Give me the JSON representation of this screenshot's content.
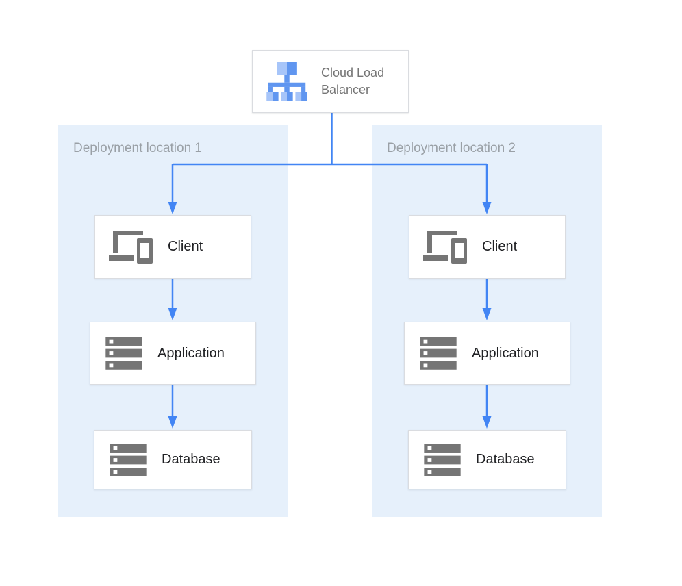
{
  "colors": {
    "accent_blue": "#4285F4",
    "panel_bg": "#E6F0FB",
    "box_border": "#DADCE0",
    "icon_gray": "#757575",
    "label_gray": "#9AA0A6",
    "title_gray": "#757575",
    "text_dark": "#202124",
    "icon_blue_light": "#A7C5F9",
    "icon_blue_medium": "#6096F0"
  },
  "load_balancer": {
    "label": "Cloud Load Balancer",
    "icon": "load-balancer-icon"
  },
  "regions": [
    {
      "label": "Deployment location 1",
      "nodes": [
        {
          "label": "Client",
          "icon": "client-devices-icon"
        },
        {
          "label": "Application",
          "icon": "server-stack-icon"
        },
        {
          "label": "Database",
          "icon": "server-stack-icon"
        }
      ]
    },
    {
      "label": "Deployment location 2",
      "nodes": [
        {
          "label": "Client",
          "icon": "client-devices-icon"
        },
        {
          "label": "Application",
          "icon": "server-stack-icon"
        },
        {
          "label": "Database",
          "icon": "server-stack-icon"
        }
      ]
    }
  ]
}
